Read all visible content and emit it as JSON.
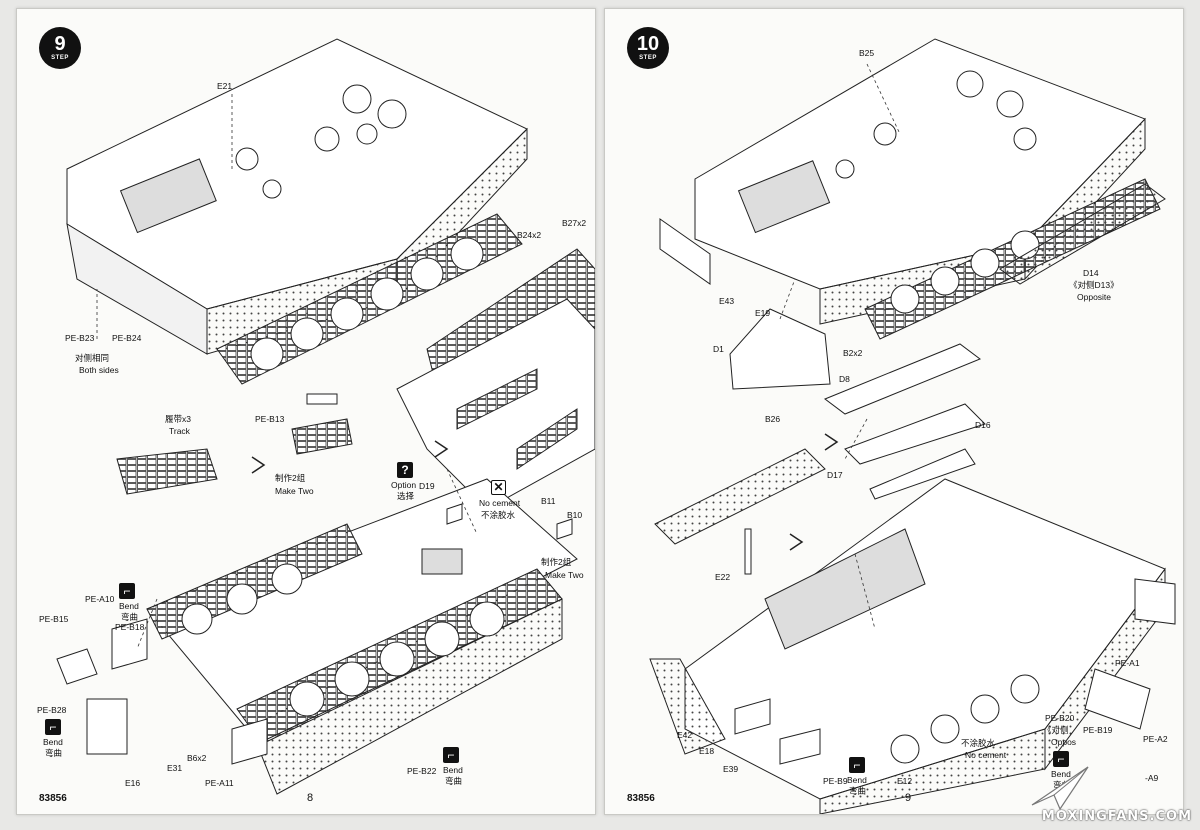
{
  "left": {
    "step": {
      "number": "9",
      "word": "STEP"
    },
    "labels": {
      "e21": "E21",
      "pe_b23": "PE-B23",
      "pe_b24": "PE-B24",
      "both_cn": "对侧相同",
      "both_en": "Both sides",
      "b24": "B24x2",
      "b27": "B27x2",
      "track_cn": "履带x3",
      "track_en": "Track",
      "pe_b13": "PE-B13",
      "make_two_cn": "制作2组",
      "make_two_en": "Make Two",
      "option_en": "Option",
      "option_cn": "选择",
      "d19": "D19",
      "nocement_en": "No cement",
      "nocement_cn": "不涂胶水",
      "b11": "B11",
      "b10": "B10",
      "make_two_cn2": "制作2组",
      "make_two_en2": "Make Two",
      "pe_a10": "PE-A10",
      "bend_en1": "Bend",
      "bend_cn1": "弯曲",
      "pe_b18": "PE-B18",
      "pe_b15": "PE-B15",
      "pe_b28": "PE-B28",
      "bend_en2": "Bend",
      "bend_cn2": "弯曲",
      "e16": "E16",
      "e31": "E31",
      "b6": "B6x2",
      "pe_a11": "PE-A11",
      "pe_b22": "PE-B22",
      "bend_en3": "Bend",
      "bend_cn3": "弯曲"
    },
    "footer_code": "83856",
    "page_number": "8"
  },
  "right": {
    "step": {
      "number": "10",
      "word": "STEP"
    },
    "labels": {
      "b25": "B25",
      "d14": "D14",
      "opp_cn": "《对侧D13》",
      "opp_en": "Opposite",
      "e43": "E43",
      "e19": "E19",
      "b2": "B2x2",
      "d1": "D1",
      "d8": "D8",
      "d16": "D16",
      "b26": "B26",
      "d17": "D17",
      "e22": "E22",
      "pe_a1": "PE-A1",
      "pe_b20": "PE-B20",
      "opp2": "《对侧",
      "pe_b19": "PE-B19",
      "opp3": "Oppos",
      "pe_a2": "PE-A2",
      "e42": "E42",
      "e18": "E18",
      "nocement_cn": "不涂胶水",
      "nocement_en": "No cement",
      "e39": "E39",
      "e12": "E12",
      "pe_b9": "PE-B9",
      "bend_en1": "Bend",
      "bend_cn1": "弯曲",
      "bend_en2": "Bend",
      "bend_cn2": "弯曲",
      "pe_a9": "-A9"
    },
    "footer_code": "83856",
    "page_number": "9"
  },
  "watermark": "MOXINGFANS.COM",
  "icons": {
    "step": "step-badge-icon",
    "bend": "bend-icon",
    "option": "question-mark-icon",
    "nocement": "cross-box-icon",
    "assembly_arrow": "dashed-arrow-icon"
  }
}
